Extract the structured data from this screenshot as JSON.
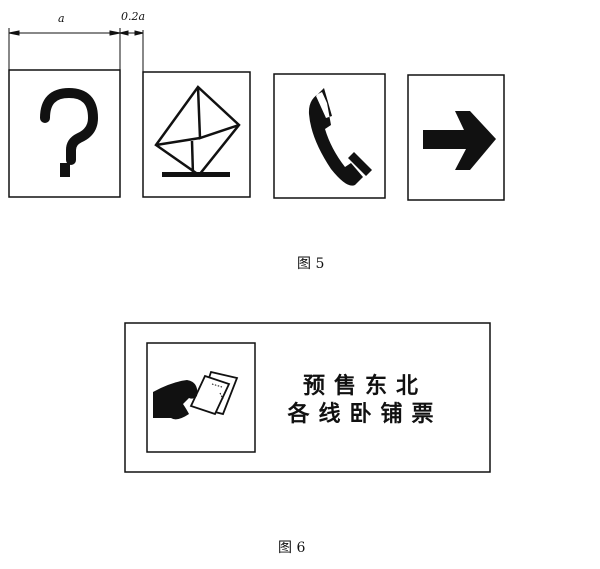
{
  "figure5": {
    "dim_a": "a",
    "dim_gap": "0.2a",
    "caption": "图 5",
    "icons": [
      "question-mark-icon",
      "mail-envelope-icon",
      "telephone-handset-icon",
      "right-arrow-icon"
    ]
  },
  "figure6": {
    "sign_line1": "预售东北",
    "sign_line2": "各线卧铺票",
    "icon": "hand-holding-tickets-icon",
    "caption": "图 6"
  }
}
